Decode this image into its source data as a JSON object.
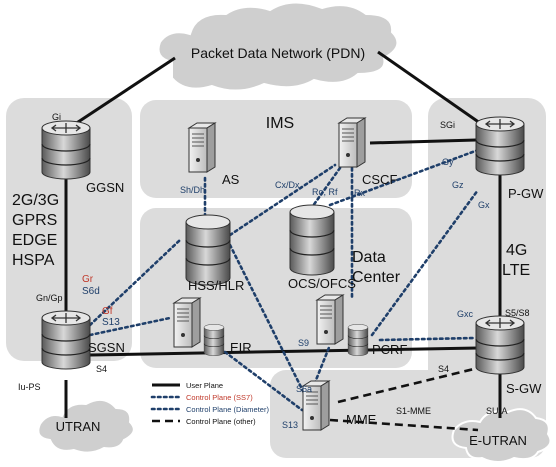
{
  "clouds": {
    "pdn": "Packet Data Network (PDN)",
    "utran": "UTRAN",
    "eutran": "E-UTRAN"
  },
  "regions": {
    "ims": "IMS",
    "data_center": [
      "Data",
      "Center"
    ],
    "legacy": [
      "2G/3G",
      "GPRS",
      "EDGE",
      "HSPA"
    ],
    "lte": [
      "4G",
      "LTE"
    ]
  },
  "nodes": {
    "ggsn": "GGSN",
    "sgsn": "SGSN",
    "as": "AS",
    "cscf": "CSCF",
    "hss": "HSS/HLR",
    "ocs": "OCS/OFCS",
    "eir": "EIR",
    "pcrf": "PCRF",
    "pgw": "P-GW",
    "sgw": "S-GW",
    "mme": "MME"
  },
  "interfaces": {
    "gi": "Gi",
    "sgi": "SGi",
    "gn_gp": "Gn/Gp",
    "iu_ps": "Iu-PS",
    "s4_left": "S4",
    "s4_right": "S4",
    "gr": "Gr",
    "s6d": "S6d",
    "gf": "Gf",
    "s13_sgsn": "S13",
    "sh_dh": "Sh/Dh",
    "cx_dx": "Cx/Dx",
    "ro_rf": "Ro, Rf",
    "rx": "Rx",
    "gy": "Gy",
    "gz": "Gz",
    "gx": "Gx",
    "gxc": "Gxc",
    "s5_s8": "S5/S8",
    "s9": "S9",
    "s6a": "S6a",
    "s13_mme": "S13",
    "s1_mme": "S1-MME",
    "su_a": "SU-A"
  },
  "legend": [
    {
      "label": "User Plane",
      "style": "solid",
      "color": "#111111"
    },
    {
      "label": "Control Plane (SS7)",
      "style": "dotted",
      "color": "#c0392b"
    },
    {
      "label": "Control Plane (Diameter)",
      "style": "dotted",
      "color": "#1f3f6a"
    },
    {
      "label": "Control Plane (other)",
      "style": "dashed",
      "color": "#111111"
    }
  ],
  "colors": {
    "region": "#dcdcdc",
    "cloud": "#cfcfcf",
    "diameter": "#1f3f6a",
    "ss7": "#c0392b",
    "user_plane": "#111111"
  }
}
